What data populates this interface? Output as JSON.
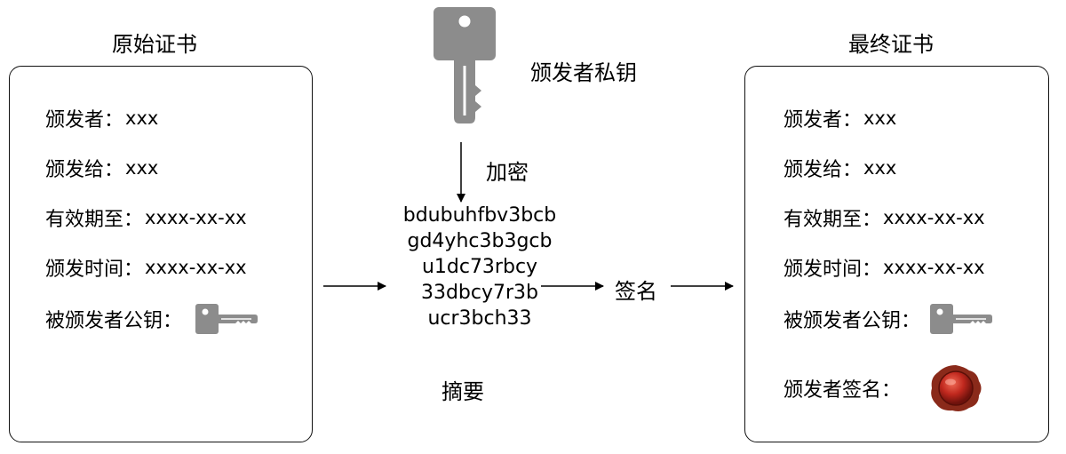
{
  "left_card": {
    "title": "原始证书",
    "rows": [
      {
        "label": "颁发者：",
        "value": "xxx"
      },
      {
        "label": "颁发给：",
        "value": "xxx"
      },
      {
        "label": "有效期至：",
        "value": "xxxx-xx-xx"
      },
      {
        "label": "颁发时间：",
        "value": "xxxx-xx-xx"
      },
      {
        "label": "被颁发者公钥：",
        "icon": "key-icon"
      }
    ]
  },
  "right_card": {
    "title": "最终证书",
    "rows": [
      {
        "label": "颁发者：",
        "value": "xxx"
      },
      {
        "label": "颁发给：",
        "value": "xxx"
      },
      {
        "label": "有效期至：",
        "value": "xxxx-xx-xx"
      },
      {
        "label": "颁发时间：",
        "value": "xxxx-xx-xx"
      },
      {
        "label": "被颁发者公钥：",
        "icon": "key-icon"
      },
      {
        "label": "颁发者签名：",
        "icon": "wax-seal-icon"
      }
    ]
  },
  "private_key_label": "颁发者私钥",
  "private_key_icon": "key-icon",
  "encrypt_label": "加密",
  "digest_lines": [
    "bdubuhfbv3bcb",
    "gd4yhc3b3gcb",
    "u1dc73rbcy",
    "33dbcy7r3b",
    "ucr3bch33"
  ],
  "digest_label": "摘要",
  "sign_label": "签名",
  "colors": {
    "icon_gray": "#8c8c8c",
    "seal_red": "#c0281e",
    "border": "#111111"
  }
}
